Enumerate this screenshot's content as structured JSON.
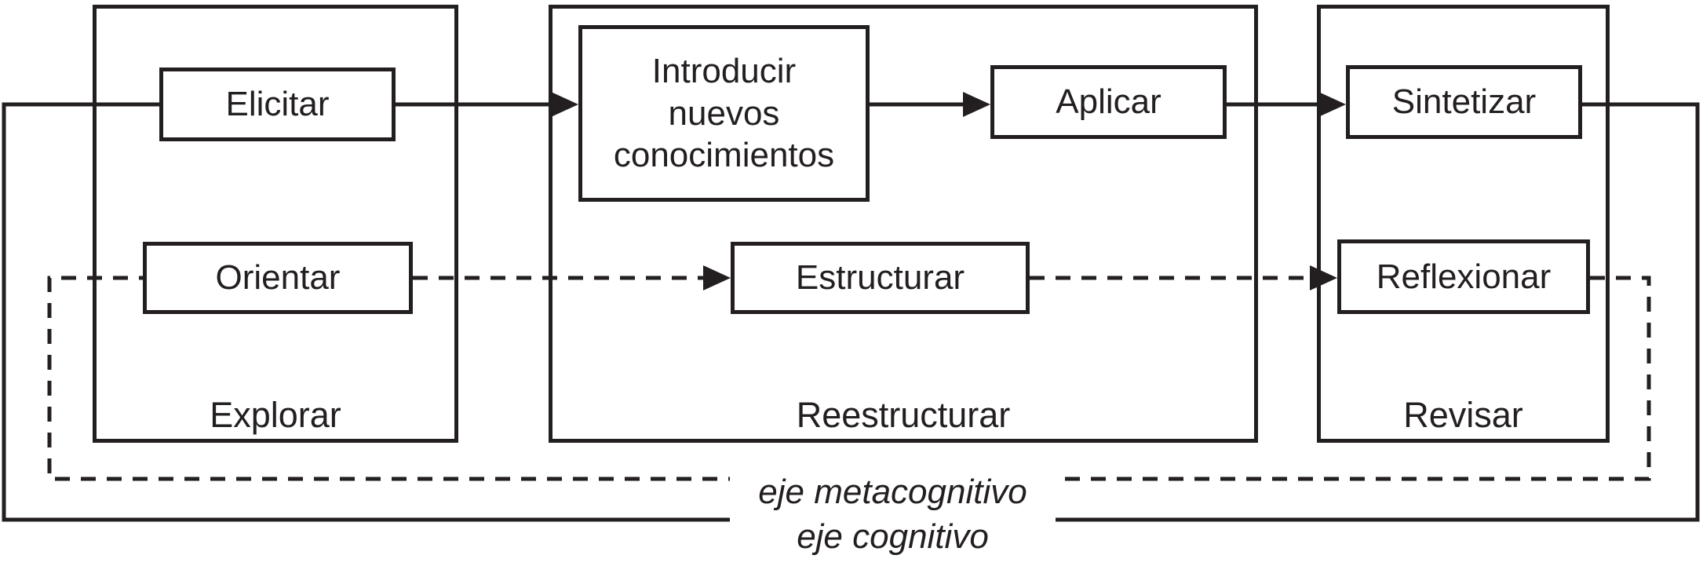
{
  "diagram": {
    "phases": [
      {
        "id": "explorar",
        "label": "Explorar"
      },
      {
        "id": "reestructurar",
        "label": "Reestructurar"
      },
      {
        "id": "revisar",
        "label": "Revisar"
      }
    ],
    "cognitive_steps": [
      {
        "id": "elicitar",
        "label": "Elicitar"
      },
      {
        "id": "introducir",
        "label": "Introducir nuevos conocimientos"
      },
      {
        "id": "aplicar",
        "label": "Aplicar"
      },
      {
        "id": "sintetizar",
        "label": "Sintetizar"
      }
    ],
    "metacognitive_steps": [
      {
        "id": "orientar",
        "label": "Orientar"
      },
      {
        "id": "estructurar",
        "label": "Estructurar"
      },
      {
        "id": "reflexionar",
        "label": "Reflexionar"
      }
    ],
    "axes": [
      {
        "id": "metacognitive-axis",
        "label": "eje metacognitivo",
        "line_style": "dashed"
      },
      {
        "id": "cognitive-axis",
        "label": "eje cognitivo",
        "line_style": "solid"
      }
    ],
    "flow": {
      "cognitive_sequence": [
        "Elicitar",
        "Introducir nuevos conocimientos",
        "Aplicar",
        "Sintetizar"
      ],
      "metacognitive_sequence": [
        "Orientar",
        "Estructurar",
        "Reflexionar"
      ]
    },
    "colors": {
      "line": "#231f20",
      "background": "#ffffff",
      "box_fill": "#ffffff"
    }
  }
}
